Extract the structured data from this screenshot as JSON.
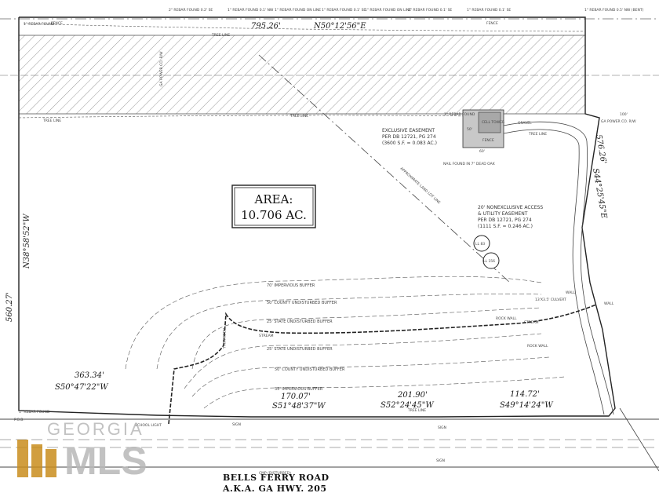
{
  "area": {
    "label": "AREA:",
    "value": "10.706 AC."
  },
  "bearings": {
    "north_dist": "795.26'",
    "north_brg": "N50°12'56\"E",
    "east_dist": "576.26'",
    "east_brg": "S44°25'45\"E",
    "west_dist": "560.27'",
    "west_brg": "N38°58'52\"W",
    "s1_dist": "363.34'",
    "s1_brg": "S50°47'22\"W",
    "s2_dist": "170.07'",
    "s2_brg": "S51°48'37\"W",
    "s3_dist": "201.90'",
    "s3_brg": "S52°24'45\"W",
    "s4_dist": "114.72'",
    "s4_brg": "S49°14'24\"W"
  },
  "road": {
    "name": "BELLS FERRY ROAD",
    "aka": "A.K.A. GA HWY. 205"
  },
  "easement_exclusive": {
    "line1": "EXCLUSIVE EASEMENT",
    "line2": "PER DB 12721, PG 274",
    "line3": "(3600 S.F. = 0.083 AC.)"
  },
  "easement_access": {
    "line1": "20' NONEXCLUSIVE ACCESS",
    "line2": "& UTILITY EASEMENT",
    "line3": "PER DB 12721, PG 274",
    "line4": "(1111 S.F. = 0.246 AC.)"
  },
  "buffers": {
    "b1": "70' IMPERVIOUS BUFFER",
    "b2": "50' COUNTY UNDISTURBED BUFFER",
    "b3": "25' STATE UNDISTURBED BUFFER",
    "b4": "25' STATE UNDISTURBED BUFFER",
    "b5": "50' COUNTY UNDISTURBED BUFFER",
    "b6": "35' IMPERVIOUS BUFFER"
  },
  "labels": {
    "land_lot_line": "APPROXIMATE LAND LOT LINE",
    "cell_tower": "CELL TOWER",
    "gravel": "GRAVEL",
    "fence": "FENCE",
    "tree_line": "TREE LINE",
    "stream": "STREAM",
    "rock_wall": "ROCK WALL",
    "wall": "WALL",
    "culvert": "13'X3.5' CULVERT",
    "ga_power": "GA POWER CO. R/W",
    "ga_power_100": "100'",
    "rebar_found": "1\" REBAR FOUND",
    "pob": "P.O.B.",
    "nail_found": "NAIL FOUND IN 7\" DEAD OAK",
    "ll_83": "LL 83",
    "ll_156": "LL 156",
    "school_light": "SCHOOL LIGHT",
    "cmp_disturbed": "CMP (DISTURBED)",
    "sign": "SIGN",
    "dim_60": "60'",
    "dim_50": "50'",
    "rebar_found_top": [
      "2\" REBAR FOUND 0.2' SE",
      "1\" REBAR FOUND 0.1' NW",
      "1\" REBAR FOUND ON LINE",
      "1\" REBAR FOUND 0.1' SE",
      "1\" REBAR FOUND ON LINE",
      "1\" REBAR FOUND 0.1' SE",
      "1\" REBAR FOUND 0.1' SE",
      "1\" REBAR FOUND 0.5' NW (BENT)"
    ]
  },
  "watermark": {
    "line1": "GEORGIA",
    "line2": "MLS"
  }
}
